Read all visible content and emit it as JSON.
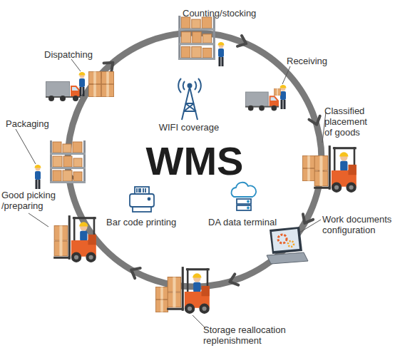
{
  "diagram": {
    "nodes": [
      {
        "text": [
          "WMS",
          "WIFI coverage",
          "Bar code printing",
          "DA data terminal"
        ]
      }
    ],
    "labels": [
      "Counting/stocking",
      "Receiving",
      "Classified placement of goods",
      "Work documents configuration",
      "Storage reallocation replenishment",
      "Good picking /preparing",
      "Packaging",
      "Dispatching"
    ]
  }
}
